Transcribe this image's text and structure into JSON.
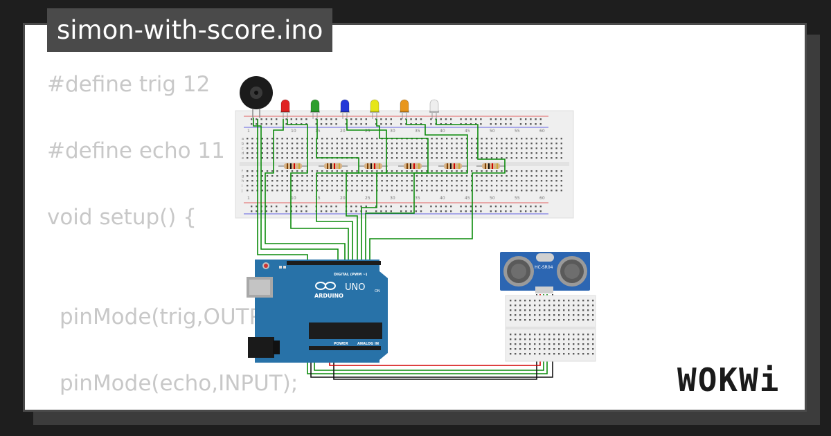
{
  "title": "simon-with-score.ino",
  "code_lines": [
    "#define trig 12",
    "#define echo 11",
    "void setup() {",
    "pinMode(trig,OUTP",
    "pinMode(echo,INPUT);"
  ],
  "logo_text": "WOKWi",
  "breadboard": {
    "column_numbers": [
      "1",
      "10",
      "15",
      "20",
      "25",
      "30",
      "35",
      "40",
      "45",
      "50",
      "55",
      "60"
    ],
    "row_letters_top": [
      "a",
      "b",
      "c",
      "d",
      "e"
    ],
    "row_letters_bottom": [
      "f",
      "g",
      "h",
      "i",
      "j"
    ]
  },
  "arduino": {
    "brand": "ARDUINO",
    "model": "UNO",
    "header_label": "DIGITAL (PWM ~)",
    "power_label": "POWER",
    "analog_label": "ANALOG IN",
    "on_label": "ON"
  },
  "sensor": {
    "label": "HC-SR04"
  },
  "leds": [
    {
      "color": "#e02424"
    },
    {
      "color": "#2e9e2e"
    },
    {
      "color": "#2438d8"
    },
    {
      "color": "#e6e61a"
    },
    {
      "color": "#e8961c"
    },
    {
      "color": "#eeeeee"
    }
  ],
  "colors": {
    "wire_green": "#0a8a0a",
    "wire_red": "#d40000",
    "wire_black": "#111111",
    "arduino_blue": "#2872a8"
  }
}
